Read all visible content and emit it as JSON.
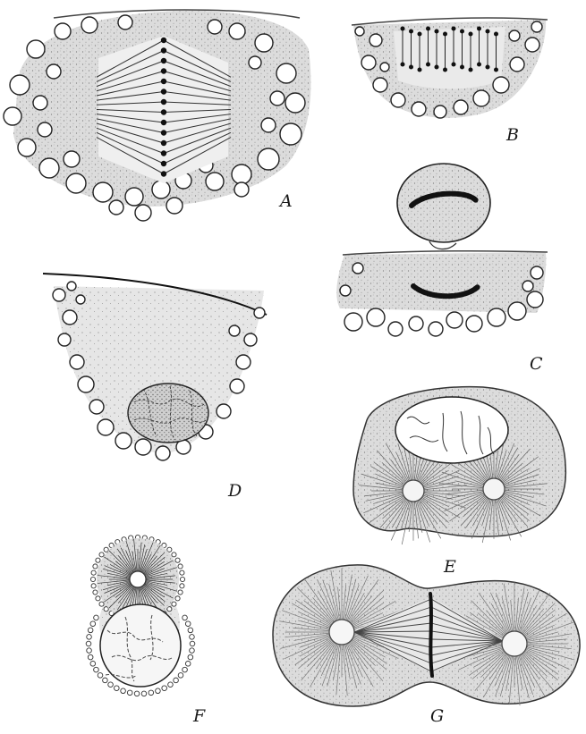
{
  "figure": {
    "labels": {
      "A": "A",
      "B": "B",
      "C": "C",
      "D": "D",
      "E": "E",
      "F": "F",
      "G": "G"
    }
  }
}
